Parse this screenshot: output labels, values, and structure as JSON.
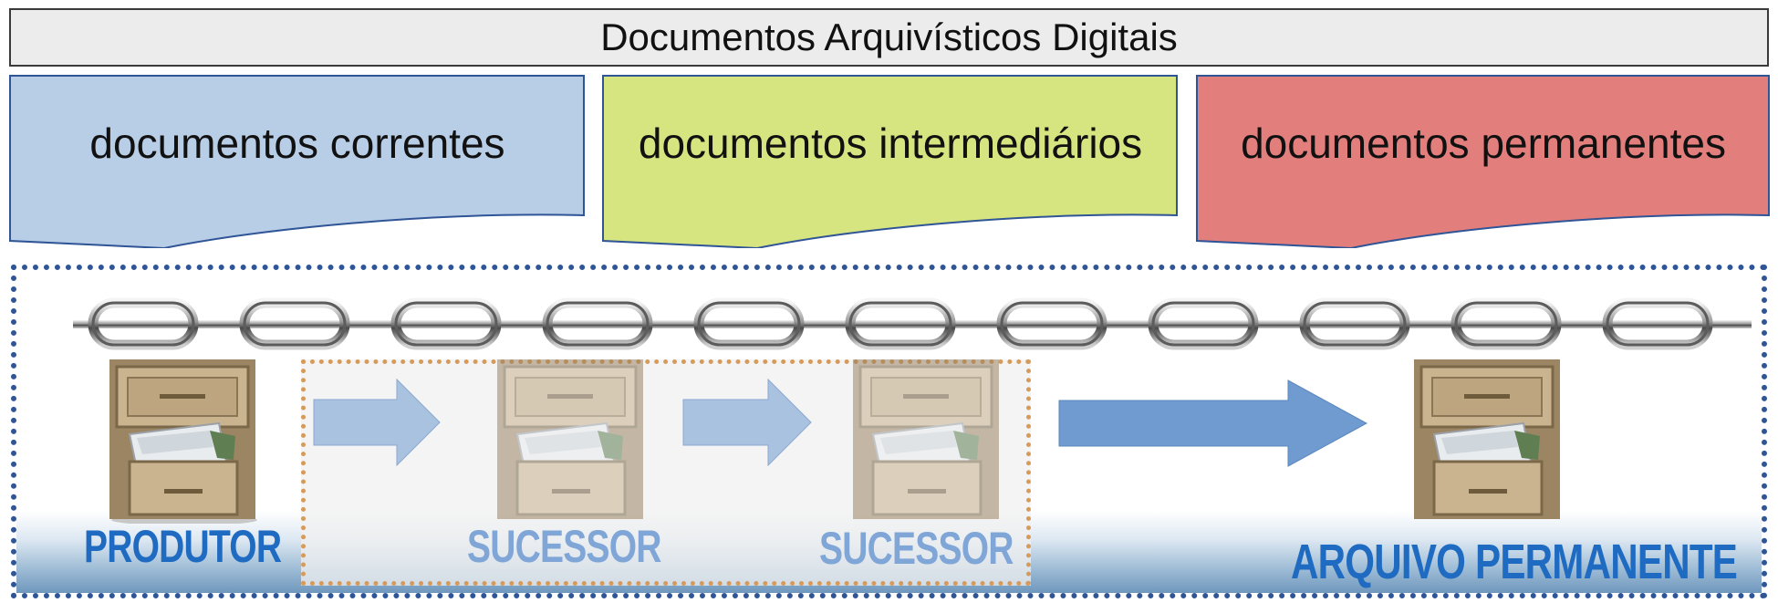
{
  "title": "Documentos Arquivísticos Digitais",
  "phases": [
    {
      "label": "documentos correntes",
      "color": "#b8cde6"
    },
    {
      "label": "documentos intermediários",
      "color": "#d6e57f"
    },
    {
      "label": "documentos permanentes",
      "color": "#e27e7c"
    }
  ],
  "custodians": {
    "producer": "PRODUTOR",
    "successor_1": "SUCESSOR",
    "successor_2": "SUCESSOR",
    "permanent": "ARQUIVO PERMANENTE"
  },
  "colors": {
    "producer_label": "#1f6bc1",
    "successor_label": "#7fa6d6",
    "permanent_label": "#1f6bc1",
    "frame_border": "#2f5597",
    "successor_border": "#d69a5a",
    "arrow_light": "#a9c2e0",
    "arrow_dark": "#6f9bd0"
  },
  "icons": [
    "chain-icon",
    "filing-cabinet-icon",
    "arrow-right-icon"
  ]
}
